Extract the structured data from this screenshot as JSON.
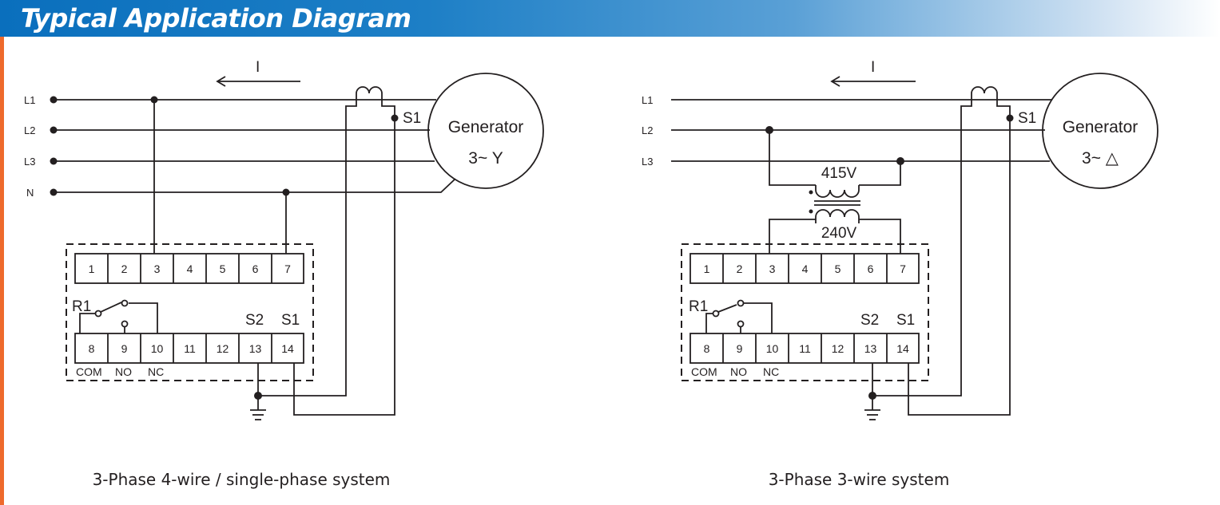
{
  "header": {
    "title": "Typical Application Diagram"
  },
  "diagrams": [
    {
      "caption": "3-Phase 4-wire / single-phase system",
      "lines": [
        "L1",
        "L2",
        "L3",
        "N"
      ],
      "current_label": "I",
      "generator": {
        "label": "Generator",
        "symbol": "3~ Y"
      },
      "ct_label": "S1",
      "terminals_top": [
        "1",
        "2",
        "3",
        "4",
        "5",
        "6",
        "7"
      ],
      "terminals_bottom": [
        "8",
        "9",
        "10",
        "11",
        "12",
        "13",
        "14"
      ],
      "relay_label": "R1",
      "s2_label": "S2",
      "s1_label": "S1",
      "relay_contacts": [
        "COM",
        "NO",
        "NC"
      ]
    },
    {
      "caption": "3-Phase 3-wire system",
      "lines": [
        "L1",
        "L2",
        "L3"
      ],
      "current_label": "I",
      "generator": {
        "label": "Generator",
        "symbol": "3~ △"
      },
      "ct_label": "S1",
      "transformer": {
        "primary": "415V",
        "secondary": "240V"
      },
      "terminals_top": [
        "1",
        "2",
        "3",
        "4",
        "5",
        "6",
        "7"
      ],
      "terminals_bottom": [
        "8",
        "9",
        "10",
        "11",
        "12",
        "13",
        "14"
      ],
      "relay_label": "R1",
      "s2_label": "S2",
      "s1_label": "S1",
      "relay_contacts": [
        "COM",
        "NO",
        "NC"
      ]
    }
  ]
}
